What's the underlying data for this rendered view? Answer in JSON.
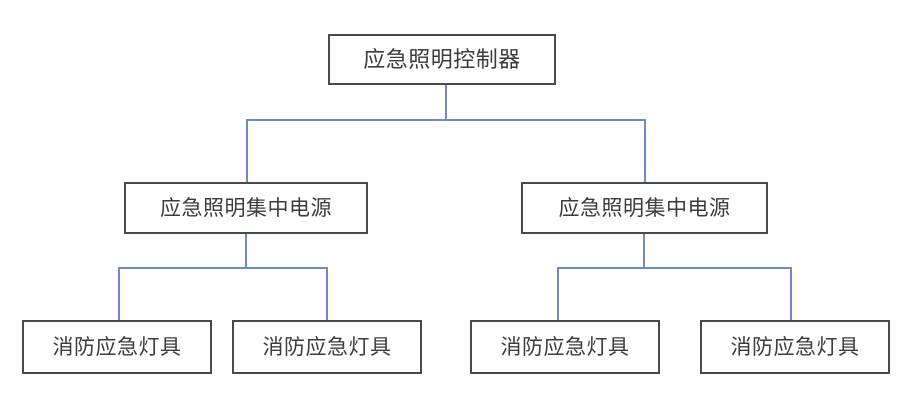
{
  "diagram": {
    "type": "hierarchy-tree",
    "orientation": "top-down",
    "levels": 3,
    "background_color": "#ffffff",
    "box_border_color": "#4a4a4a",
    "text_color": "#3c3c3c",
    "connector_color": "#6d89c9",
    "root": {
      "id": "controller",
      "label": "应急照明控制器"
    },
    "level2": [
      {
        "id": "power-supply-left",
        "label": "应急照明集中电源"
      },
      {
        "id": "power-supply-right",
        "label": "应急照明集中电源"
      }
    ],
    "level3": [
      {
        "id": "luminaire-1",
        "label": "消防应急灯具",
        "parent": "power-supply-left"
      },
      {
        "id": "luminaire-2",
        "label": "消防应急灯具",
        "parent": "power-supply-left"
      },
      {
        "id": "luminaire-3",
        "label": "消防应急灯具",
        "parent": "power-supply-right"
      },
      {
        "id": "luminaire-4",
        "label": "消防应急灯具",
        "parent": "power-supply-right"
      }
    ]
  }
}
